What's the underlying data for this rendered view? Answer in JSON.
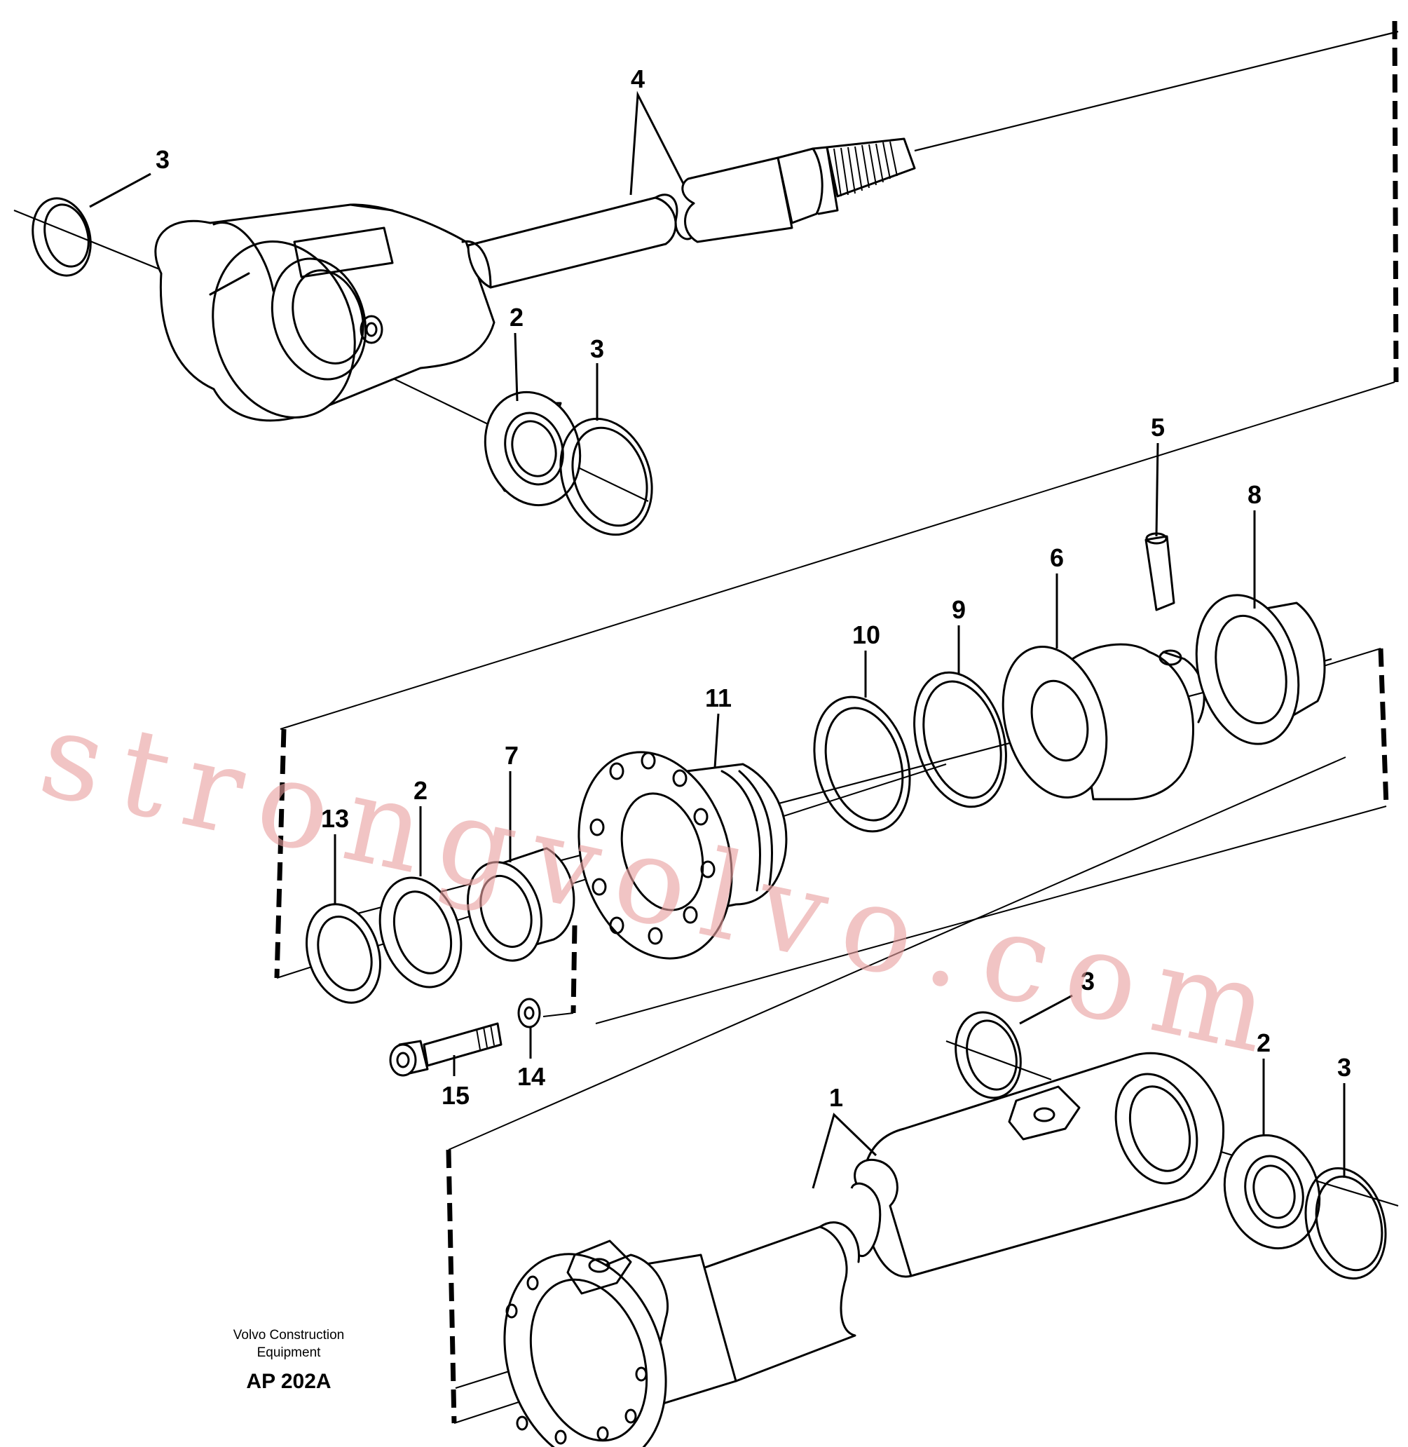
{
  "callouts": {
    "c4": "4",
    "c3_top_left": "3",
    "c2_top": "2",
    "c3_top_right": "3",
    "c5": "5",
    "c8": "8",
    "c6": "6",
    "c9": "9",
    "c10": "10",
    "c11": "11",
    "c7": "7",
    "c2_mid": "2",
    "c13": "13",
    "c15": "15",
    "c14": "14",
    "c3_bottom_left": "3",
    "c1": "1",
    "c2_bottom": "2",
    "c3_bottom_right": "3"
  },
  "credit": {
    "line1": "Volvo Construction",
    "line2": "Equipment",
    "code": "AP 202A"
  },
  "watermark": "strongvolvo.com",
  "colors": {
    "ink": "#000000",
    "paper": "#ffffff",
    "watermark": "#e9a0a0"
  }
}
